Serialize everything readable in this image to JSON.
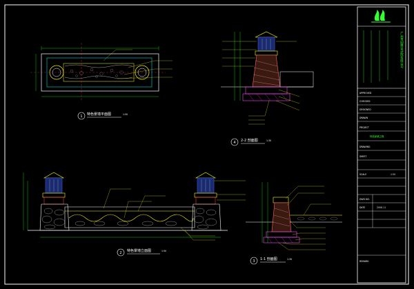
{
  "drawings": [
    {
      "number": "1",
      "title": "特色景墙平面图",
      "scale": "1:50"
    },
    {
      "number": "2",
      "title": "特色景墙立面图",
      "scale": "1:50"
    },
    {
      "number": "3",
      "title": "1-1  剖面图",
      "scale": "1:30"
    },
    {
      "number": "4",
      "title": "2-2  剖面图",
      "scale": "1:30"
    }
  ],
  "title_block": {
    "org_name": "广州市园林设计院有限公司",
    "project_label": "PROJECT",
    "project_value": "特色景墙工程",
    "drawing_label": "DRAWING",
    "sheet_label": "SHEET",
    "scale_label": "SCALE",
    "scale_value": "1:50",
    "drawing_no_label": "DWG NO.",
    "date_label": "DATE",
    "date_value": "2008.11",
    "approved_label": "APPROVED",
    "checked_label": "CHECKED",
    "designed_label": "DESIGNED",
    "drawn_label": "DRAWN",
    "remark_label": "REMARK"
  },
  "colors": {
    "line_main": "#ffffff",
    "line_cyan": "#00ffff",
    "line_yellow": "#ffff00",
    "line_magenta": "#ff44ff",
    "line_green": "#33ff33",
    "line_red": "#ff3333",
    "line_blue": "#3355ff"
  }
}
